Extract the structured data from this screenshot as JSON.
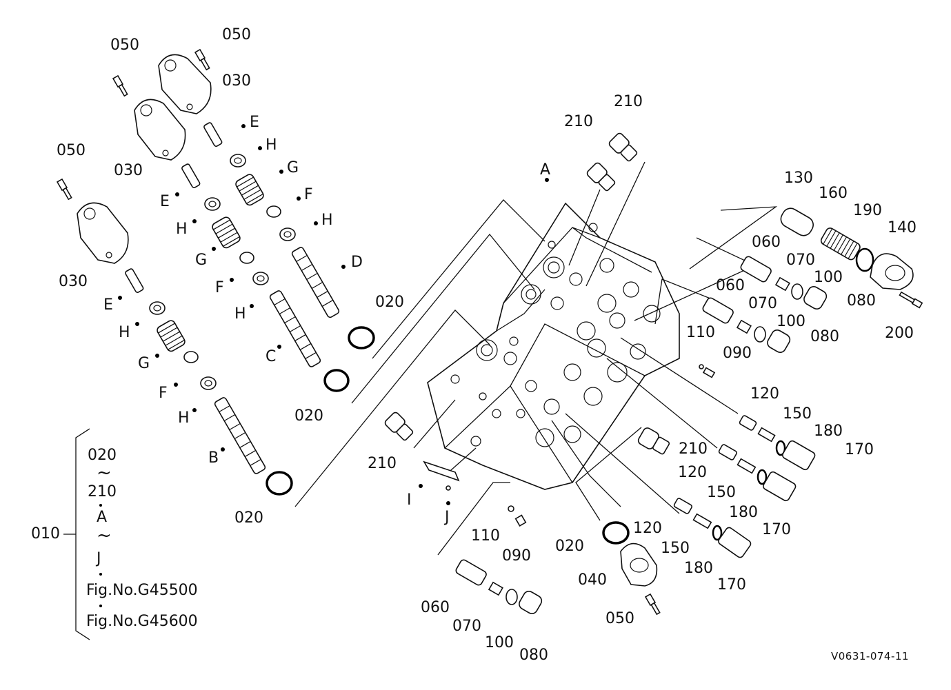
{
  "labels": {
    "l050a": "050",
    "l050b": "050",
    "l050c": "050",
    "l050d": "050",
    "l030a": "030",
    "l030b": "030",
    "l030c": "030",
    "lEa": "E",
    "lEb": "E",
    "lEc": "E",
    "lHa": "H",
    "lHb": "H",
    "lHc": "H",
    "lHd": "H",
    "lHe": "H",
    "lHf": "H",
    "lGa": "G",
    "lGb": "G",
    "lGc": "G",
    "lFa": "F",
    "lFb": "F",
    "lFc": "F",
    "lD": "D",
    "lC": "C",
    "lB": "B",
    "lA": "A",
    "lI": "I",
    "lJ": "J",
    "l020a": "020",
    "l020b": "020",
    "l020c": "020",
    "l020d": "020",
    "l210a": "210",
    "l210b": "210",
    "l210c": "210",
    "l210d": "210",
    "l130": "130",
    "l160": "160",
    "l190": "190",
    "l140": "140",
    "l200": "200",
    "l060a": "060",
    "l060b": "060",
    "l060c": "060",
    "l070a": "070",
    "l070b": "070",
    "l070c": "070",
    "l100a": "100",
    "l100b": "100",
    "l100c": "100",
    "l080a": "080",
    "l080b": "080",
    "l080c": "080",
    "l110a": "110",
    "l110b": "110",
    "l090a": "090",
    "l090b": "090",
    "l120a": "120",
    "l120b": "120",
    "l120c": "120",
    "l150a": "150",
    "l150b": "150",
    "l150c": "150",
    "l180a": "180",
    "l180b": "180",
    "l180c": "180",
    "l170a": "170",
    "l170b": "170",
    "l170c": "170",
    "l040": "040"
  },
  "legend": {
    "assembly": "010",
    "line1": "020",
    "line2": "210",
    "line3": "A",
    "line4": "J",
    "line5": "Fig.No.G45500",
    "line6": "Fig.No.G45600",
    "tilde": "~"
  },
  "figure_ref": "V0631-074-11"
}
